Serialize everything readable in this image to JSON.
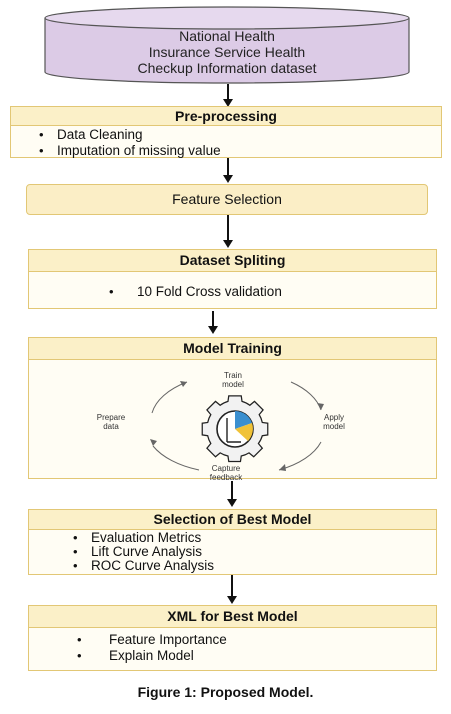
{
  "dataset": {
    "lines": [
      "National Health",
      "Insurance Service Health",
      "Checkup Information dataset"
    ]
  },
  "preprocessing": {
    "title": "Pre-processing",
    "items": [
      "Data Cleaning",
      "Imputation of missing value"
    ]
  },
  "feature_selection": {
    "title": "Feature Selection"
  },
  "dataset_splitting": {
    "title": "Dataset Spliting",
    "items": [
      "10 Fold Cross validation"
    ]
  },
  "model_training": {
    "title": "Model Training",
    "cycle": {
      "train": [
        "Train",
        "model"
      ],
      "apply": [
        "Apply",
        "model"
      ],
      "capture": [
        "Capture",
        "feedback"
      ],
      "prepare": [
        "Prepare",
        "data"
      ]
    }
  },
  "best_model": {
    "title": "Selection of Best Model",
    "items": [
      "Evaluation Metrics",
      "Lift Curve Analysis",
      "ROC Curve Analysis"
    ]
  },
  "xml": {
    "title": "XML for Best Model",
    "items": [
      "Feature Importance",
      "Explain Model"
    ]
  },
  "caption": "Figure 1:  Proposed Model.",
  "colors": {
    "database_fill": "#dccbe6",
    "box_fill": "#fdf7df",
    "box_border": "#e2c775",
    "gear_blue": "#3a8fd0",
    "gear_yellow": "#f0c238"
  }
}
